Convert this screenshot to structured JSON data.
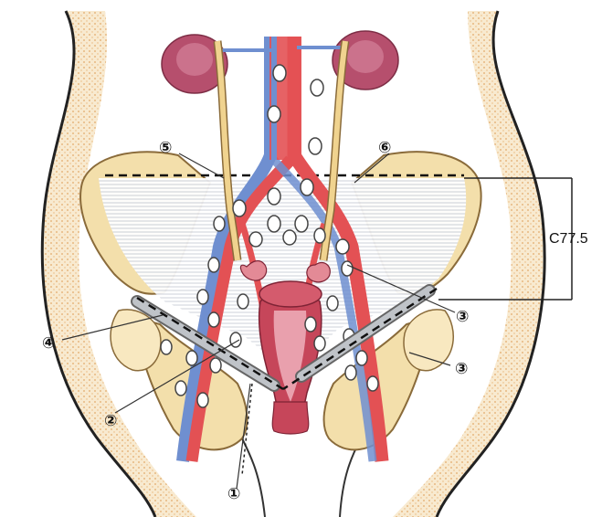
{
  "callouts": {
    "c1": "①",
    "c2": "②",
    "c3a": "③",
    "c3b": "③",
    "c4": "④",
    "c5": "⑤",
    "c6": "⑥"
  },
  "bracket_label": "C77.5",
  "colors": {
    "skin": "#f6e3bd",
    "skin_dots": "#e8b774",
    "bone": "#f1dca6",
    "bone_outline": "#9a7a43",
    "kidney": "#b24d6a",
    "artery": "#e35154",
    "vein": "#6f8fd0",
    "ureter": "#efcf8a",
    "node": "#ffffff",
    "uterus": "#c6465a",
    "hatch": "#c8ccd8"
  }
}
